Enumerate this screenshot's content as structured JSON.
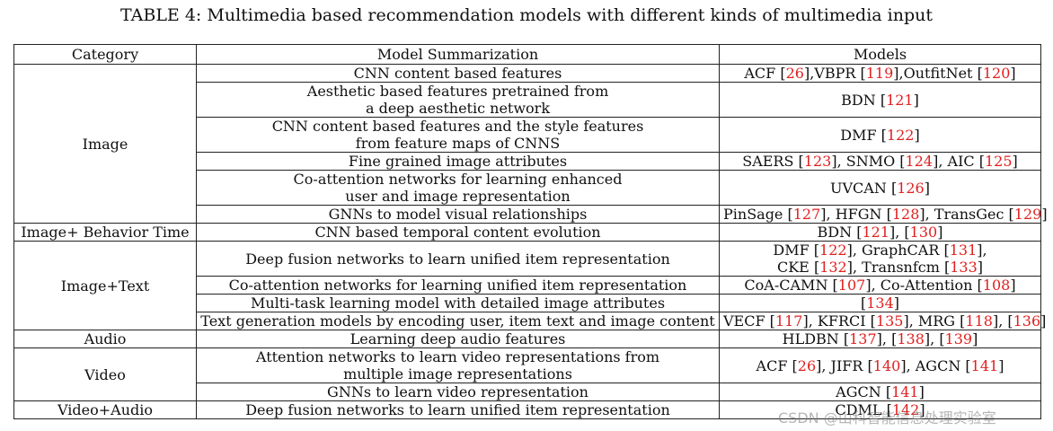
{
  "caption": "TABLE 4: Multimedia based recommendation models with different kinds of multimedia input",
  "headers": {
    "category": "Category",
    "summary": "Model Summarization",
    "models": "Models"
  },
  "rows": [
    {
      "category": "Image",
      "span": 6,
      "summary": [
        "CNN content based features"
      ],
      "models": [
        [
          "ACF ",
          "26",
          ",VBPR ",
          "119",
          ",OutfitNet ",
          "120",
          ""
        ]
      ]
    },
    {
      "summary": [
        "Aesthetic based features pretrained from",
        "a deep aesthetic network"
      ],
      "models": [
        [
          "BDN ",
          "121",
          ""
        ]
      ]
    },
    {
      "summary": [
        "CNN content based features and the style features",
        "from feature maps of CNNS"
      ],
      "models": [
        [
          "DMF ",
          "122",
          ""
        ]
      ]
    },
    {
      "summary": [
        "Fine grained image attributes"
      ],
      "models": [
        [
          "SAERS ",
          "123",
          ", SNMO ",
          "124",
          ", AIC ",
          "125",
          ""
        ]
      ]
    },
    {
      "summary": [
        "Co-attention networks for learning enhanced",
        "user and image representation"
      ],
      "models": [
        [
          "UVCAN ",
          "126",
          ""
        ]
      ]
    },
    {
      "summary": [
        "GNNs to model visual relationships"
      ],
      "models": [
        [
          "PinSage ",
          "127",
          ", HFGN ",
          "128",
          ", TransGec ",
          "129",
          ""
        ]
      ]
    },
    {
      "category": "Image+ Behavior Time",
      "span": 1,
      "summary": [
        "CNN based temporal content evolution"
      ],
      "models": [
        [
          "BDN ",
          "121",
          ", ",
          "130",
          ""
        ]
      ]
    },
    {
      "category": "Image+Text",
      "span": 4,
      "summary": [
        "Deep fusion networks to learn unified item representation"
      ],
      "models": [
        [
          "DMF ",
          "122",
          ", GraphCAR ",
          "131",
          ","
        ],
        [
          "CKE ",
          "132",
          ", Transnfcm ",
          "133",
          ""
        ]
      ]
    },
    {
      "summary": [
        "Co-attention networks for learning unified item representation"
      ],
      "models": [
        [
          "CoA-CAMN ",
          "107",
          ", Co-Attention ",
          "108",
          ""
        ]
      ]
    },
    {
      "summary": [
        "Multi-task learning model with detailed image attributes"
      ],
      "models": [
        [
          "",
          "134",
          ""
        ]
      ]
    },
    {
      "summary": [
        "Text generation models by encoding user, item text and image content"
      ],
      "models": [
        [
          "VECF ",
          "117",
          ", KFRCI ",
          "135",
          ", MRG ",
          "118",
          ", ",
          "136",
          ""
        ]
      ]
    },
    {
      "category": "Audio",
      "span": 1,
      "summary": [
        "Learning deep audio features"
      ],
      "models": [
        [
          "HLDBN ",
          "137",
          ", ",
          "138",
          ", ",
          "139",
          ""
        ]
      ]
    },
    {
      "category": "Video",
      "span": 2,
      "summary": [
        "Attention networks to learn video representations from",
        "multiple image representations"
      ],
      "models": [
        [
          "ACF ",
          "26",
          ", JIFR ",
          "140",
          ", AGCN ",
          "141",
          ""
        ]
      ]
    },
    {
      "summary": [
        "GNNs to learn video representation"
      ],
      "models": [
        [
          "AGCN ",
          "141",
          ""
        ]
      ]
    },
    {
      "category": "Video+Audio",
      "span": 1,
      "summary": [
        "Deep fusion networks to learn unified item representation"
      ],
      "models": [
        [
          "CDML ",
          "142",
          ""
        ]
      ]
    }
  ],
  "watermark": "CSDN @山科智能信息处理实验室"
}
